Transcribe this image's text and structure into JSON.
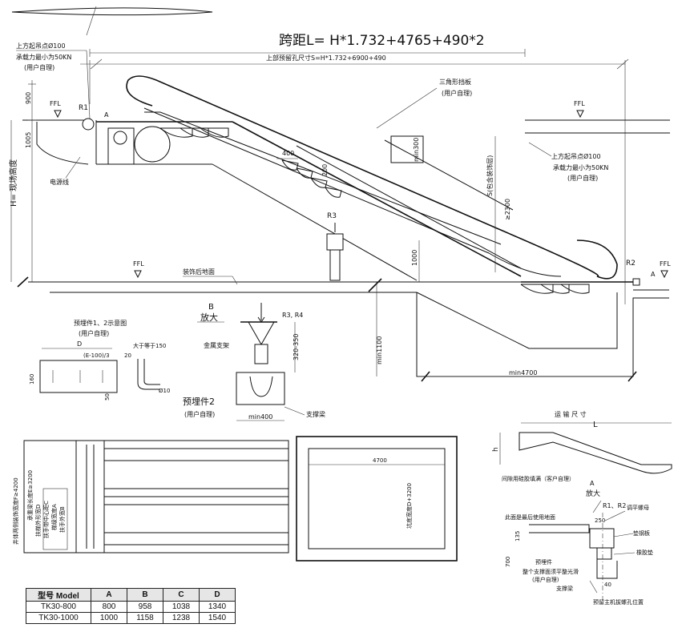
{
  "title": "跨距L= H*1.732+4765+490*2",
  "top_opening": "上部预留孔尺寸S=H*1.732+6900+490",
  "lift_point_top": [
    "上方起吊点Ø100",
    "承载力最小为50KN",
    "(用户自理)"
  ],
  "lift_point_right": [
    "上方起吊点Ø100",
    "承载力最小为50KN",
    "(用户自理)"
  ],
  "triangle_guard": [
    "三角形挡板",
    "(用户自理)"
  ],
  "ffl": "FFL",
  "labels": {
    "r1": "R1",
    "r2": "R2",
    "r3": "R3",
    "a_top": "A",
    "a_bottom": "A",
    "power_line": "电源线",
    "site_height": "H= 现场高度",
    "finished_floor": "装饰后地面",
    "s_decor": "S(包含装饰层)"
  },
  "dims": {
    "d900": "900",
    "d1005": "1005",
    "d400": "400",
    "d200": "200",
    "min300": "min300",
    "gte2300": "≥2300",
    "d1000": "1000",
    "min1100": "min1100",
    "min4700": "min4700",
    "min400": "min400",
    "d320_350": "320-350"
  },
  "detail_b": {
    "title": "B",
    "subtitle": "放大",
    "r3r4": "R3, R4",
    "metal_bracket": "金属支架",
    "embed2": "预埋件2",
    "embed2_note": "(用户自理)",
    "support_beam": "支撑梁"
  },
  "embed_sketch": {
    "title": "预埋件1、2示意图",
    "note": "(用户自理)",
    "d": "D",
    "e": "(E-100)/3",
    "h160": "160",
    "d20": "20",
    "gte150": "大于等于150",
    "d50": "50",
    "phi10": "Ø10"
  },
  "plan": {
    "v1": "井体两侧装饰宽度F≥4200",
    "v2": "承重梁长度E≥3200",
    "v3": "扶梯外形宽D",
    "v4": "扶手带中心距C",
    "v5": "梯级宽度A",
    "v6": "扶手外宽B"
  },
  "pit": {
    "d4700": "4700",
    "pit_width": "坑底宽度D+3200"
  },
  "transport": {
    "title": "运 输 尺 寸",
    "l": "L",
    "h": "h"
  },
  "detail_a": {
    "title": "A",
    "subtitle": "放大",
    "sealant": "间隙用硅胶填满（客户自理）",
    "note_surface": "此面是最后使用地面",
    "r1r2": "R1、R2",
    "leveling_bolt": "调平螺母",
    "steel_plate": "垫钢板",
    "rubber_pad": "橡胶垫",
    "embed": "预埋件",
    "embed_note": "整个支撑面须平整光滑",
    "embed_note2": "(用户自理)",
    "support_beam": "支撑梁",
    "reserved_hole": "预留主机拔螺孔位置",
    "d250": "250",
    "d135": "135",
    "d700": "700",
    "d40": "40"
  },
  "table": {
    "headers": [
      "型号 Model",
      "A",
      "B",
      "C",
      "D"
    ],
    "rows": [
      [
        "TK30-800",
        "800",
        "958",
        "1038",
        "1340"
      ],
      [
        "TK30-1000",
        "1000",
        "1158",
        "1238",
        "1540"
      ]
    ]
  }
}
